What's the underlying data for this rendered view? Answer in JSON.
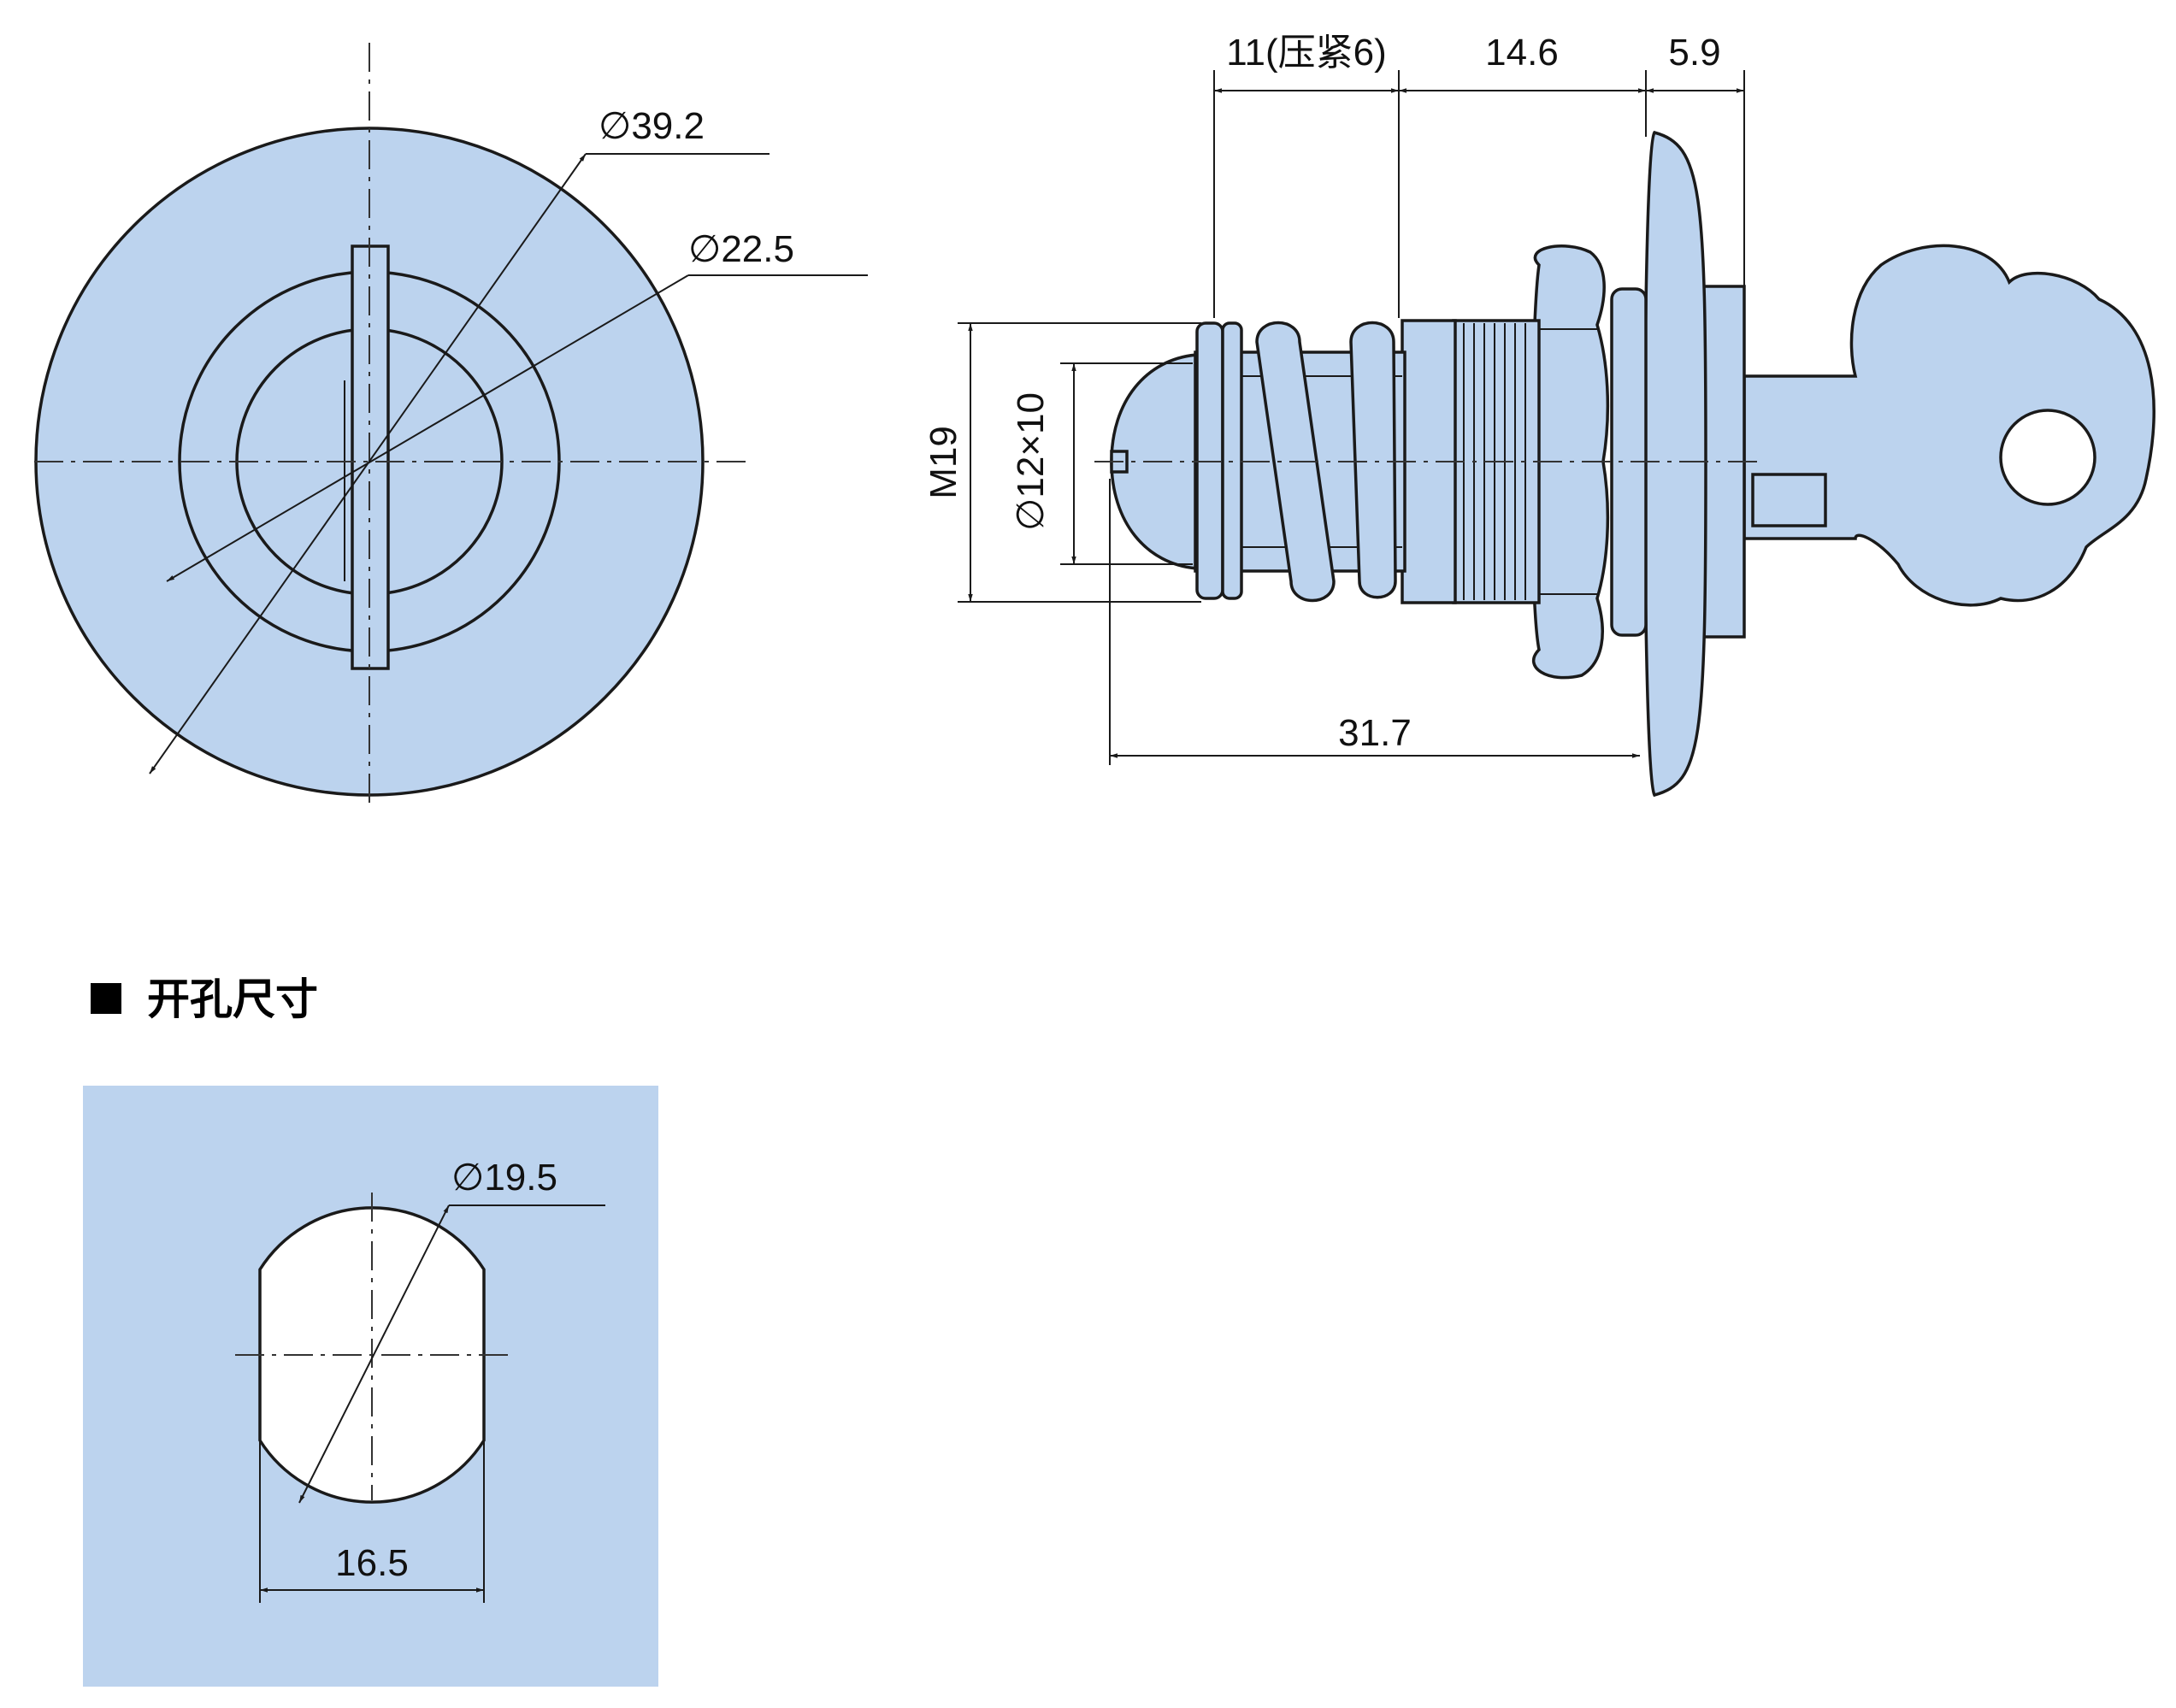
{
  "front_view": {
    "outer_diameter_label": "∅39.2",
    "inner_diameter_label": "∅22.5"
  },
  "side_view": {
    "dim_compressed_label": "11(压紧6)",
    "dim_middle_label": "14.6",
    "dim_flange_label": "5.9",
    "thread_label": "M19",
    "cam_label": "∅12×10",
    "overall_length_label": "31.7"
  },
  "cutout_section": {
    "title": "开孔尺寸",
    "diameter_label": "∅19.5",
    "width_label": "16.5"
  },
  "colors": {
    "part_fill": "#bcd3ee",
    "outline": "#1a1a1a",
    "background": "#ffffff"
  }
}
